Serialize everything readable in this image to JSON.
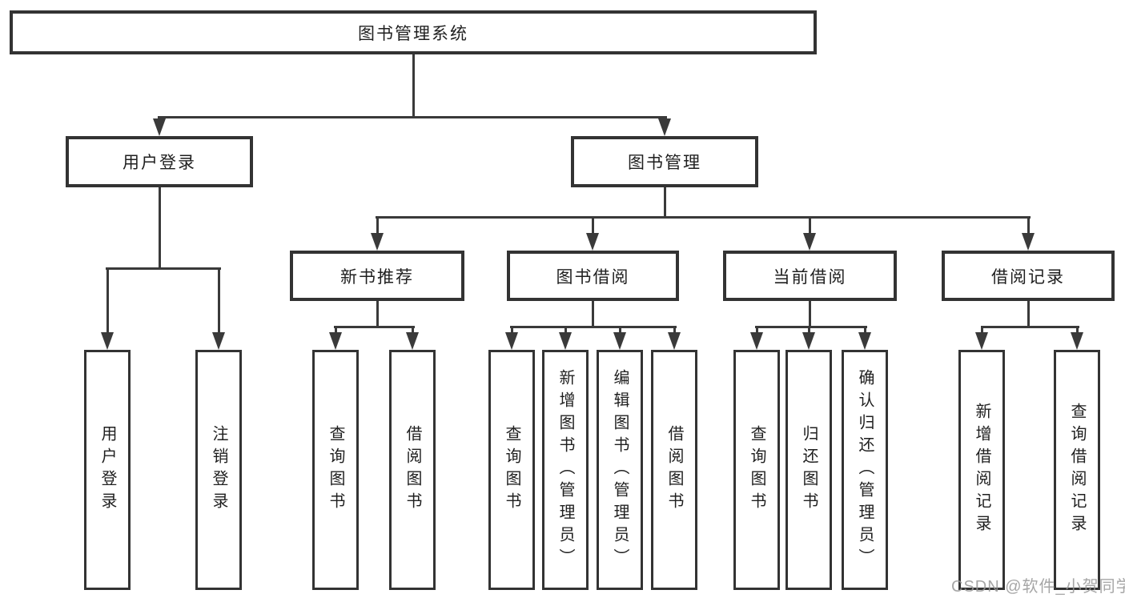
{
  "diagram": {
    "type": "tree",
    "title": "图书管理系统",
    "watermark": "CSDN @软件_小贺同学",
    "colors": {
      "background": "#ffffff",
      "box_border": "#333333",
      "connector_line": "#3a3a3a",
      "text": "#1f1f1f",
      "watermark_text": "#969696"
    },
    "tree": {
      "label": "图书管理系统",
      "children": [
        {
          "label": "用户登录",
          "children": [
            {
              "label": "用户登录"
            },
            {
              "label": "注销登录"
            }
          ]
        },
        {
          "label": "图书管理",
          "children": [
            {
              "label": "新书推荐",
              "children": [
                {
                  "label": "查询图书"
                },
                {
                  "label": "借阅图书"
                }
              ]
            },
            {
              "label": "图书借阅",
              "children": [
                {
                  "label": "查询图书"
                },
                {
                  "label": "新增图书（管理员）"
                },
                {
                  "label": "编辑图书（管理员）"
                },
                {
                  "label": "借阅图书"
                }
              ]
            },
            {
              "label": "当前借阅",
              "children": [
                {
                  "label": "查询图书"
                },
                {
                  "label": "归还图书"
                },
                {
                  "label": "确认归还（管理员）"
                }
              ]
            },
            {
              "label": "借阅记录",
              "children": [
                {
                  "label": "新增借阅记录"
                },
                {
                  "label": "查询借阅记录"
                }
              ]
            }
          ]
        }
      ]
    }
  }
}
